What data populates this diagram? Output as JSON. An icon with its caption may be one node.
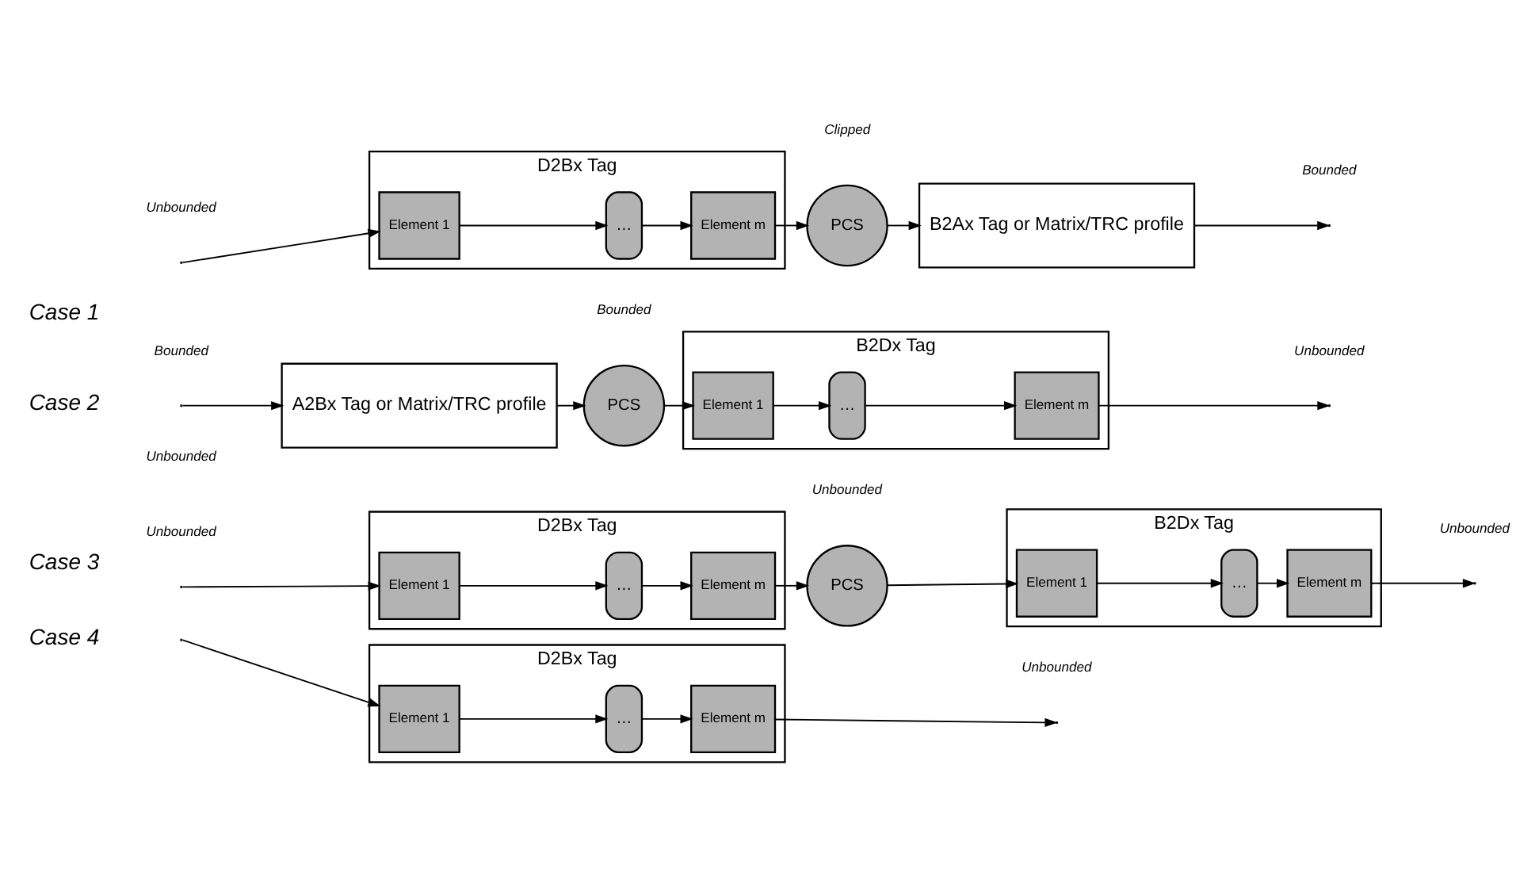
{
  "diagram": {
    "nodes": [
      {
        "text": [
          "D2Bx Tag"
        ]
      },
      {
        "text": [
          "Element 1"
        ],
        "in": 0
      },
      {
        "text": [
          "…"
        ],
        "in": 0
      },
      {
        "text": [
          "Element m"
        ],
        "in": 0
      },
      {
        "text": [
          "PCS"
        ]
      },
      {
        "text": [
          "B2Ax Tag or Matrix/TRC profile"
        ]
      },
      {
        "text": [
          "A2Bx Tag or Matrix/TRC profile"
        ]
      },
      {
        "text": [
          "PCS"
        ]
      },
      {
        "text": [
          "B2Dx Tag"
        ]
      },
      {
        "text": [
          "Element 1"
        ],
        "in": 8
      },
      {
        "text": [
          "…"
        ],
        "in": 8
      },
      {
        "text": [
          "Element m"
        ],
        "in": 8
      },
      {
        "text": [
          "D2Bx Tag"
        ]
      },
      {
        "text": [
          "Element 1"
        ],
        "in": 12
      },
      {
        "text": [
          "…"
        ],
        "in": 12
      },
      {
        "text": [
          "Element m"
        ],
        "in": 12
      },
      {
        "text": [
          "PCS"
        ]
      },
      {
        "text": [
          "B2Dx Tag"
        ]
      },
      {
        "text": [
          "Element 1"
        ],
        "in": 17
      },
      {
        "text": [
          "…"
        ],
        "in": 17
      },
      {
        "text": [
          "Element m"
        ],
        "in": 17
      },
      {
        "text": [
          "D2Bx Tag"
        ]
      },
      {
        "text": [
          "Element 1"
        ],
        "in": 21
      },
      {
        "text": [
          "…"
        ],
        "in": 21
      },
      {
        "text": [
          "Element m"
        ],
        "in": 21
      }
    ],
    "edges": [
      {
        "from": null,
        "to": 1,
        "arrow": "to"
      },
      {
        "from": 1,
        "to": 2,
        "arrow": "to"
      },
      {
        "from": 2,
        "to": 3,
        "arrow": "to"
      },
      {
        "from": 3,
        "to": 4,
        "arrow": "to"
      },
      {
        "from": 4,
        "to": 5,
        "arrow": "to"
      },
      {
        "from": 5,
        "to": null,
        "arrow": "to"
      },
      {
        "from": null,
        "to": 6,
        "arrow": "to"
      },
      {
        "from": 6,
        "to": 7,
        "arrow": "to"
      },
      {
        "from": 7,
        "to": 9,
        "arrow": "to"
      },
      {
        "from": 9,
        "to": 10,
        "arrow": "to"
      },
      {
        "from": 10,
        "to": 11,
        "arrow": "to"
      },
      {
        "from": 11,
        "to": null,
        "arrow": "to"
      },
      {
        "from": null,
        "to": 13,
        "arrow": "to"
      },
      {
        "from": 13,
        "to": 14,
        "arrow": "to"
      },
      {
        "from": 14,
        "to": 15,
        "arrow": "to"
      },
      {
        "from": 15,
        "to": 16,
        "arrow": "to"
      },
      {
        "from": 16,
        "to": 18,
        "arrow": "to"
      },
      {
        "from": 18,
        "to": 19,
        "arrow": "to"
      },
      {
        "from": 19,
        "to": 20,
        "arrow": "to"
      },
      {
        "from": 20,
        "to": null,
        "arrow": "to"
      },
      {
        "from": null,
        "to": 22,
        "arrow": "to"
      },
      {
        "from": 22,
        "to": 23,
        "arrow": "to"
      },
      {
        "from": 23,
        "to": 24,
        "arrow": "to"
      },
      {
        "from": 24,
        "to": null,
        "arrow": "to"
      }
    ],
    "labels": [
      "Unbounded",
      "Clipped",
      "Bounded",
      "Case 1",
      "Bounded",
      "Bounded",
      "Unbounded",
      "Case 2",
      "Unbounded",
      "Unbounded",
      "Unbounded",
      "Case 3",
      "Unbounded",
      "Unbounded",
      "Case 4"
    ]
  }
}
